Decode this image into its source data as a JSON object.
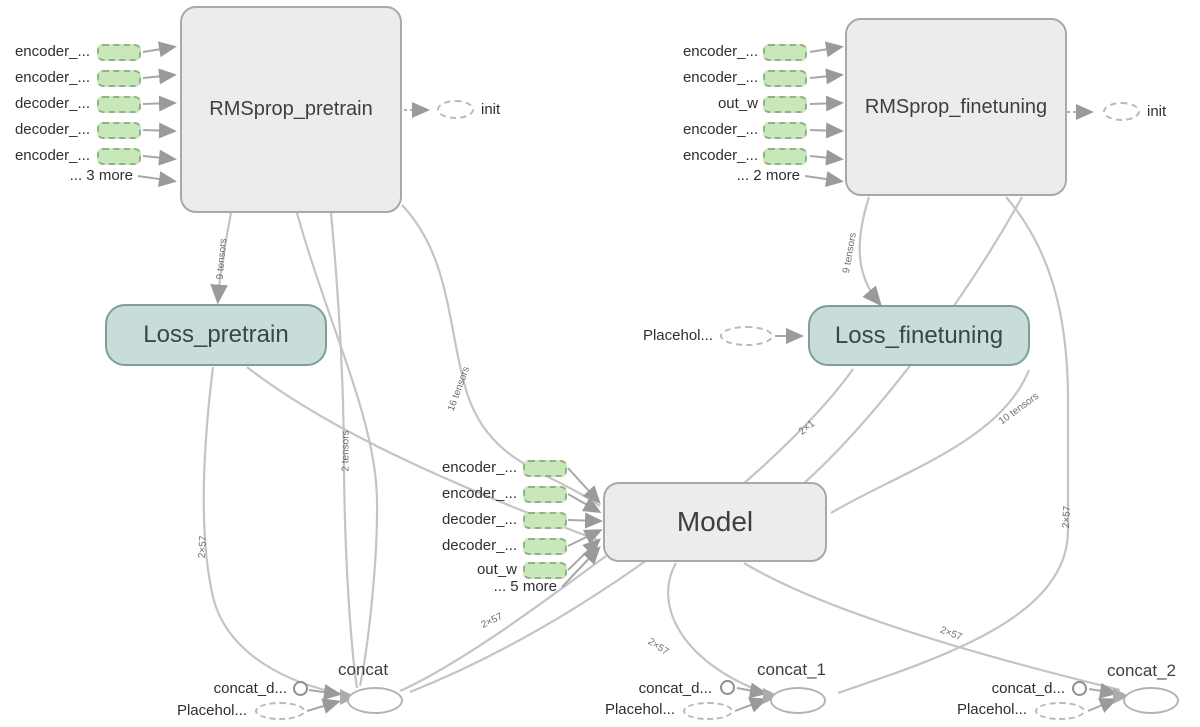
{
  "diagram": {
    "nodes": {
      "rmsprop_pretrain": {
        "label": "RMSprop_pretrain"
      },
      "rmsprop_finetuning": {
        "label": "RMSprop_finetuning"
      },
      "loss_pretrain": {
        "label": "Loss_pretrain"
      },
      "loss_finetuning": {
        "label": "Loss_finetuning"
      },
      "model": {
        "label": "Model"
      },
      "concat": {
        "label": "concat"
      },
      "concat_1": {
        "label": "concat_1"
      },
      "concat_2": {
        "label": "concat_2"
      },
      "init_pretrain": {
        "label": "init"
      },
      "init_finetuning": {
        "label": "init"
      }
    },
    "inputs": {
      "rmsprop_pretrain": [
        "encoder_...",
        "encoder_...",
        "decoder_...",
        "decoder_...",
        "encoder_...",
        "... 3 more"
      ],
      "rmsprop_finetuning": [
        "encoder_...",
        "encoder_...",
        "out_w",
        "encoder_...",
        "encoder_...",
        "... 2 more"
      ],
      "model": [
        "encoder_...",
        "encoder_...",
        "decoder_...",
        "decoder_...",
        "out_w",
        "... 5 more"
      ],
      "loss_finetuning": [
        "Placehol..."
      ],
      "concat": [
        "concat_d...",
        "Placehol..."
      ],
      "concat_1": [
        "concat_d...",
        "Placehol..."
      ],
      "concat_2": [
        "concat_d...",
        "Placehol..."
      ]
    },
    "edge_labels": {
      "pretrain_to_loss": "9 tensors",
      "pretrain_to_concat": "2 tensors",
      "pretrain_to_model": "16 tensors",
      "loss_pretrain_to_concat": "2×57",
      "concat_to_model": "2×57",
      "model_to_concat1": "2×57",
      "model_to_concat2": "2×57",
      "finetuning_to_concat1": "2×57",
      "loss_finetuning_to_concat": "2×1",
      "finetuning_to_loss": "9 tensors",
      "model_to_loss_finetuning": "10 tensors"
    },
    "colors": {
      "op_node_fill": "#ececec",
      "op_node_border": "#a9a9a9",
      "loss_node_fill": "#c8dcda",
      "loss_node_border": "#7f9d9a",
      "input_chip_fill": "#c9e8ba",
      "input_chip_border": "#94b089",
      "edge": "#c4c4c4"
    }
  }
}
